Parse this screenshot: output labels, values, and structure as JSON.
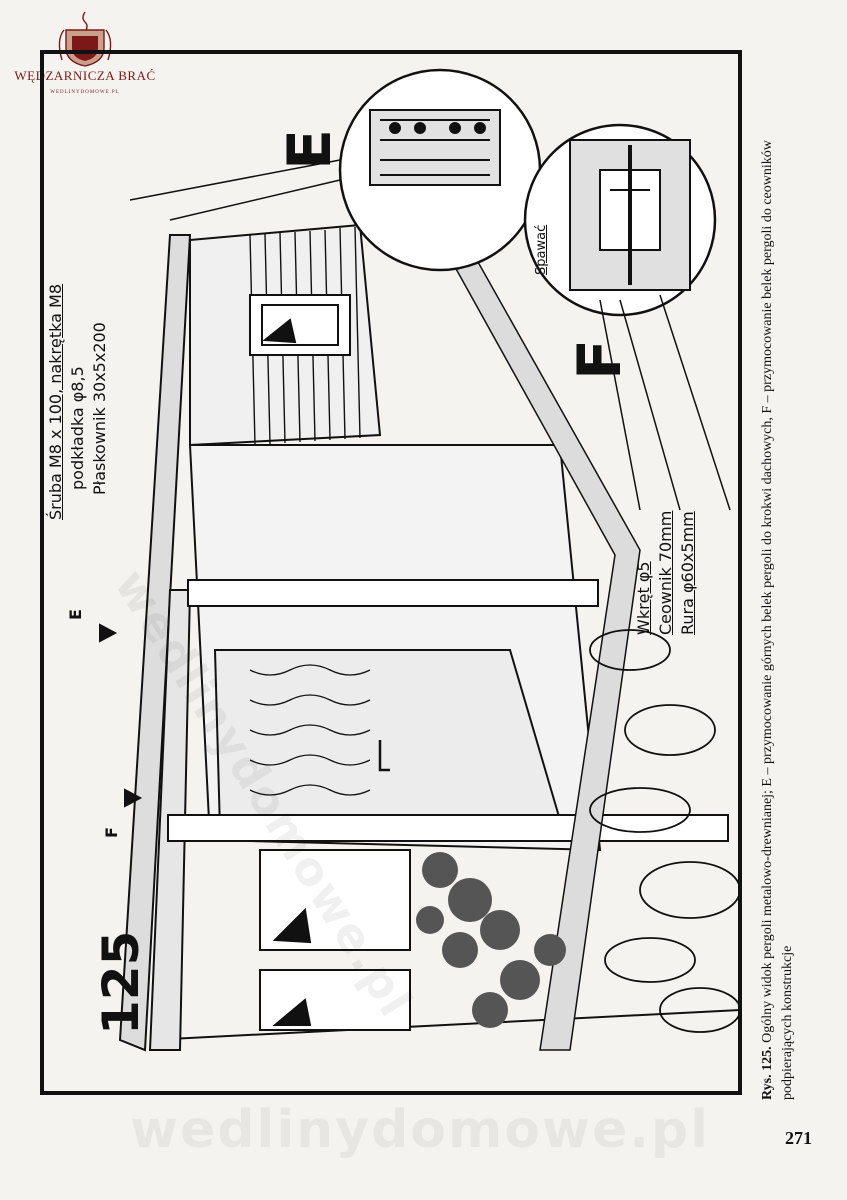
{
  "brand": {
    "name": "WĘDZARNICZA BRAĆ",
    "url": "WEDLINYDOMOWE.PL",
    "logo_icon": "shield-crest-icon",
    "accent": "#7d1818"
  },
  "figure": {
    "number": "125",
    "letter_e": "E",
    "letter_f": "F",
    "marker_e": "E",
    "marker_f": "F",
    "labels": {
      "sruba": "Śruba M8 x 100, nakrętka M8",
      "podkladka": "podkładka φ8,5",
      "plaskownik": "Płaskownik 30x5x200",
      "spawac": "Spawać",
      "wkret": "Wkręt φ5",
      "ceownik": "Ceownik 70mm",
      "rura": "Rura φ60x5mm"
    }
  },
  "caption": {
    "prefix": "Rys. 125.",
    "text": "Ogólny widok pergoli metalowo-drewnianej; E – przymocowanie górnych belek pergoli do krokwi dachowych, F – przymocowanie belek pergoli do ceowników podpierających konstrukcje"
  },
  "watermark": "wedlinydomowe.pl",
  "page_number": "271"
}
